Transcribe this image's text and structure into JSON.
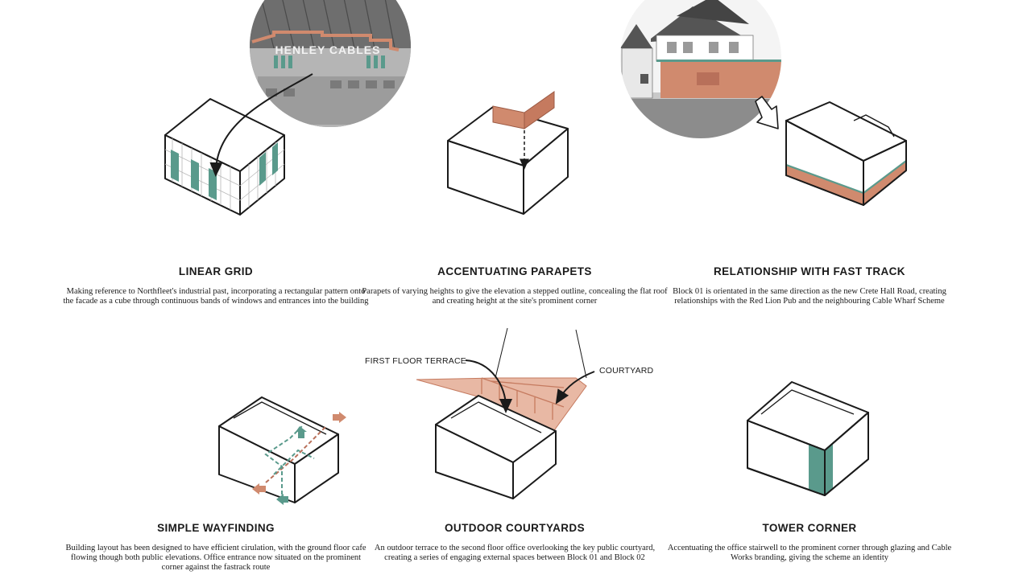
{
  "colors": {
    "terracotta": "#d08a6e",
    "terracotta_light": "#e8b8a4",
    "teal": "#5a9a8c",
    "line": "#1a1a1a"
  },
  "panels": [
    {
      "title": "LINEAR GRID",
      "description": "Making reference to Northfleet's industrial past, incorporating a rectangular pattern onto the facade as a cube through continuous bands of windows and entrances into the building"
    },
    {
      "title": "ACCENTUATING PARAPETS",
      "description": "Parapets of varying heights to give the elevation a stepped outline, concealing the flat roof and creating height at the site's prominent corner"
    },
    {
      "title": "RELATIONSHIP WITH FAST TRACK",
      "description": "Block 01 is orientated in the same direction as the new Crete Hall Road, creating relationships with the Red Lion Pub and the neighbouring Cable Wharf Scheme"
    },
    {
      "title": "SIMPLE WAYFINDING",
      "description": "Building layout has been designed to have efficient cirulation, with the ground floor cafe flowing though both public elevations. Office entrance now situated on the prominent corner against the fastrack route"
    },
    {
      "title": "OUTDOOR COURTYARDS",
      "description": "An outdoor terrace to the second floor office overlooking the key public courtyard, creating a series of engaging external spaces between Block 01 and Block 02"
    },
    {
      "title": "TOWER CORNER",
      "description": "Accentuating the office stairwell to the prominent corner through glazing and Cable Works branding, giving the scheme an identity"
    }
  ],
  "callouts": {
    "first_floor_terrace": "FIRST FLOOR TERRACE",
    "courtyard": "COURTYARD"
  },
  "photo_signage": {
    "factory_sign": "HENLEY CABLES"
  }
}
